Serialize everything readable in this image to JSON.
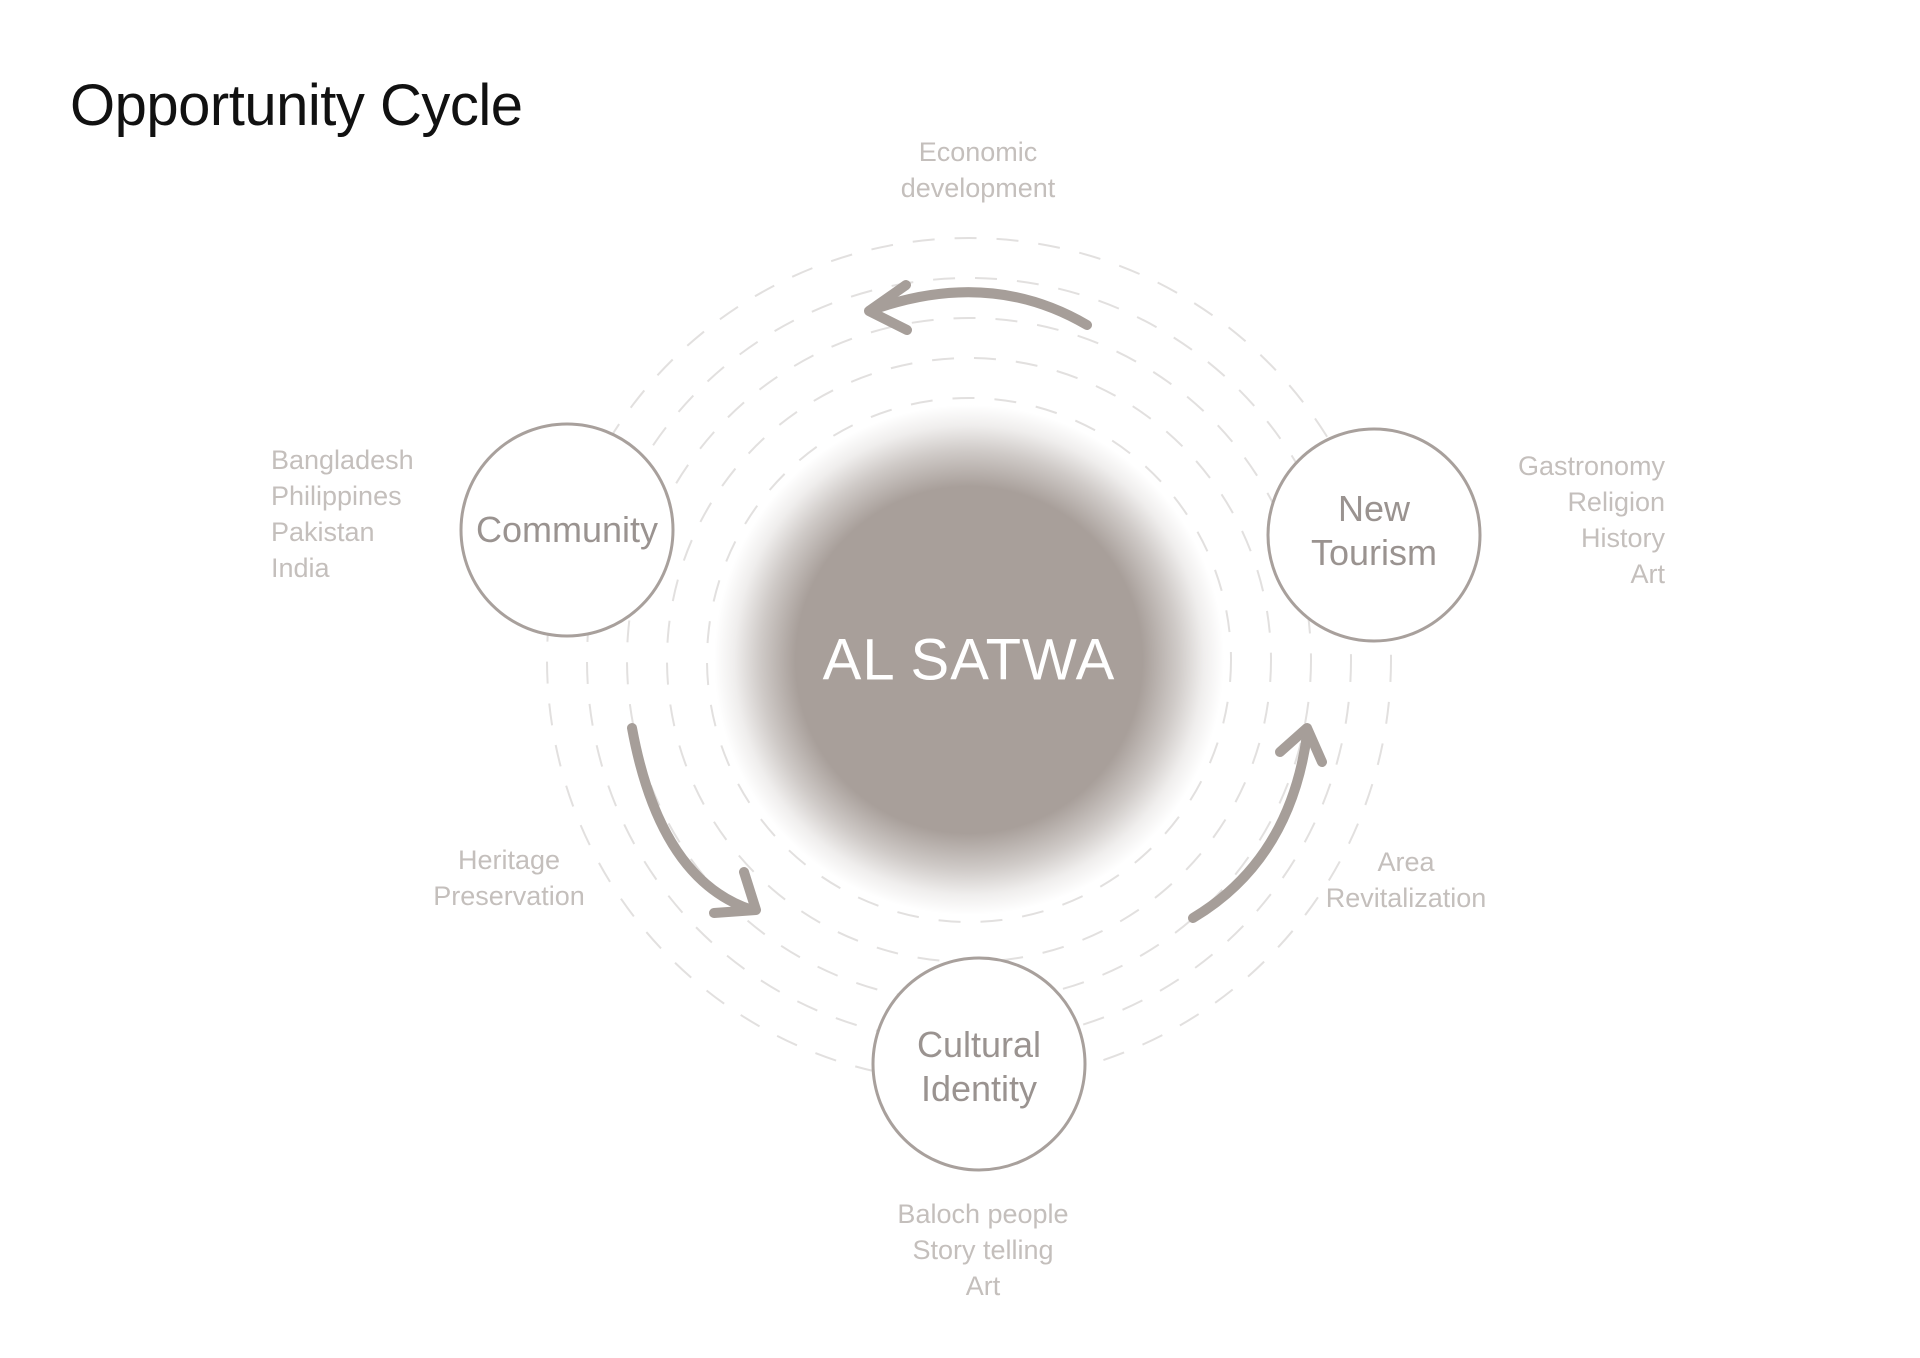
{
  "title": "Opportunity Cycle",
  "center": {
    "label": "AL SATWA",
    "glow_color": "#a89f9a"
  },
  "nodes": [
    {
      "id": "community",
      "label_lines": [
        "Community"
      ]
    },
    {
      "id": "new-tourism",
      "label_lines": [
        "New",
        "Tourism"
      ]
    },
    {
      "id": "cultural-identity",
      "label_lines": [
        "Cultural",
        "Identity"
      ]
    }
  ],
  "flows": [
    {
      "id": "economic-development",
      "lines": [
        "Economic",
        "development"
      ]
    },
    {
      "id": "heritage-preservation",
      "lines": [
        "Heritage",
        "Preservation"
      ]
    },
    {
      "id": "area-revitalization",
      "lines": [
        "Area",
        "Revitalization"
      ]
    }
  ],
  "annotations": [
    {
      "id": "community-groups",
      "lines": [
        "Bangladesh",
        "Philippines",
        "Pakistan",
        "India"
      ]
    },
    {
      "id": "tourism-themes",
      "lines": [
        "Gastronomy",
        "Religion",
        "History",
        "Art"
      ]
    },
    {
      "id": "identity-themes",
      "lines": [
        "Baloch people",
        "Story telling",
        "Art"
      ]
    }
  ],
  "colors": {
    "node_stroke": "#a8a09c",
    "arrow": "#a69e99",
    "dashed_ring": "#e2e0df",
    "text_light": "#c4bfbc",
    "text_node": "#9a9390"
  }
}
